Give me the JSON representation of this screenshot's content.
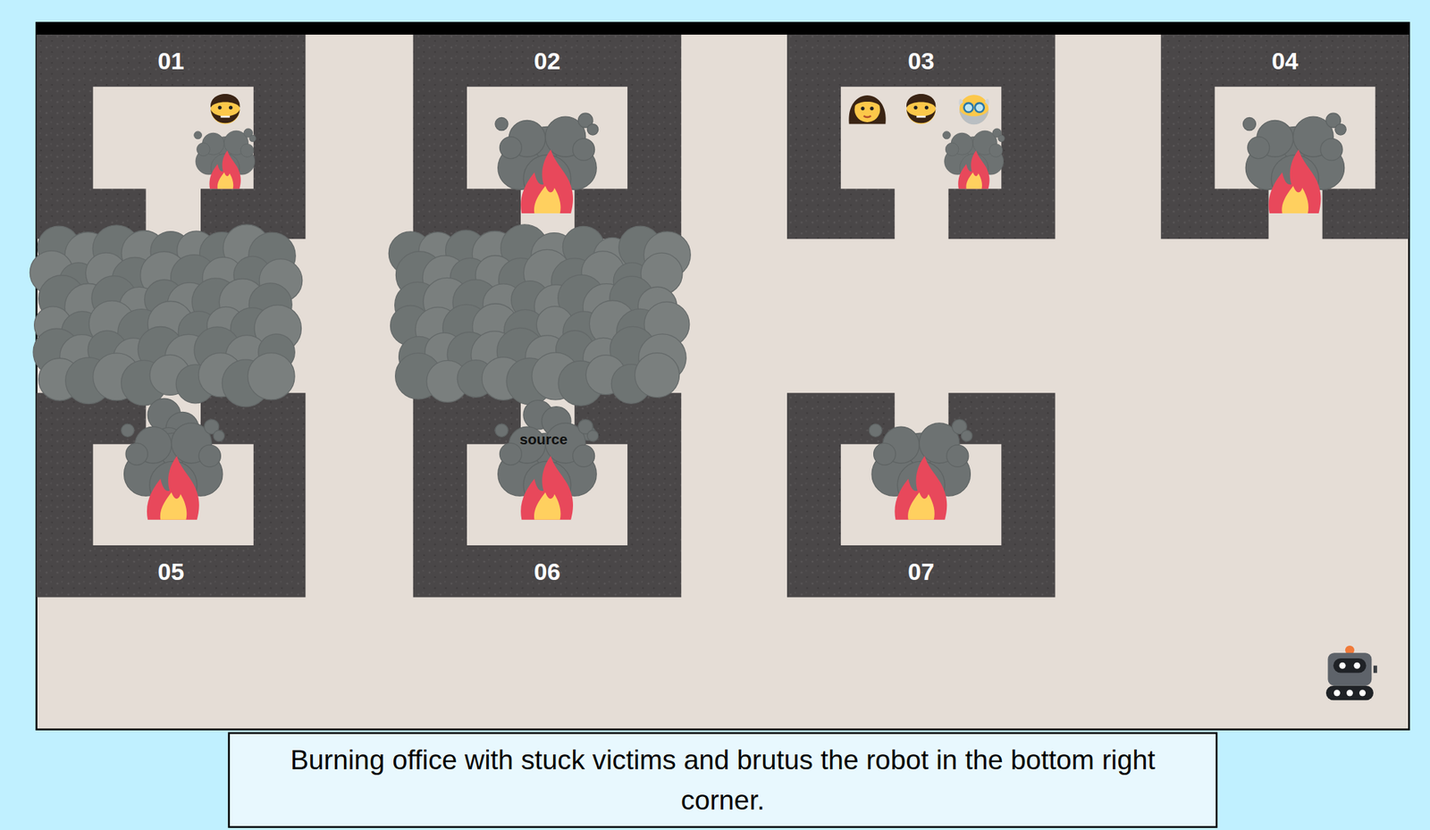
{
  "diagram": {
    "caption": "Burning office with stuck victims and brutus the robot in the bottom right corner.",
    "nodes": [
      {
        "text": [
          "01"
        ]
      },
      {
        "text": [
          "02"
        ]
      },
      {
        "text": [
          "03"
        ]
      },
      {
        "text": [
          "04"
        ]
      },
      {
        "text": [
          "05"
        ]
      },
      {
        "text": [
          "06"
        ]
      },
      {
        "text": [
          "07"
        ]
      }
    ],
    "labels": [
      "source"
    ]
  }
}
